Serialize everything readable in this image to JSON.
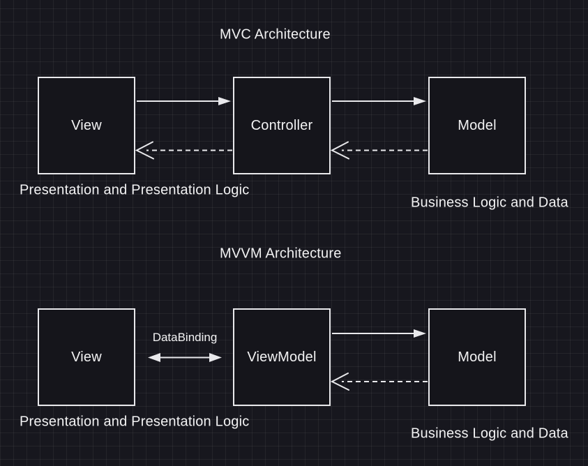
{
  "colors": {
    "background": "#17171e",
    "grid_line": "#23232b",
    "node_fill": "#15151b",
    "stroke": "#e9e9ec",
    "text": "#f2f2f3"
  },
  "diagrams": {
    "mvc": {
      "title": "MVC Architecture",
      "nodes": [
        {
          "id": "view",
          "label": "View"
        },
        {
          "id": "controller",
          "label": "Controller"
        },
        {
          "id": "model",
          "label": "Model"
        }
      ],
      "captions": {
        "left": "Presentation and Presentation Logic",
        "right": "Business Logic and Data"
      },
      "edges": [
        {
          "from": "View",
          "to": "Controller",
          "style": "solid-arrow"
        },
        {
          "from": "Controller",
          "to": "View",
          "style": "dashed-open-arrow"
        },
        {
          "from": "Controller",
          "to": "Model",
          "style": "solid-arrow"
        },
        {
          "from": "Model",
          "to": "Controller",
          "style": "dashed-open-arrow"
        }
      ]
    },
    "mvvm": {
      "title": "MVVM Architecture",
      "nodes": [
        {
          "id": "view",
          "label": "View"
        },
        {
          "id": "viewmodel",
          "label": "ViewModel"
        },
        {
          "id": "model",
          "label": "Model"
        }
      ],
      "edge_label": "DataBinding",
      "captions": {
        "left": "Presentation and Presentation Logic",
        "right": "Business Logic and Data"
      },
      "edges": [
        {
          "from": "View",
          "to": "ViewModel",
          "style": "double-arrow",
          "label": "DataBinding"
        },
        {
          "from": "ViewModel",
          "to": "Model",
          "style": "solid-arrow"
        },
        {
          "from": "Model",
          "to": "ViewModel",
          "style": "dashed-open-arrow"
        }
      ]
    }
  }
}
